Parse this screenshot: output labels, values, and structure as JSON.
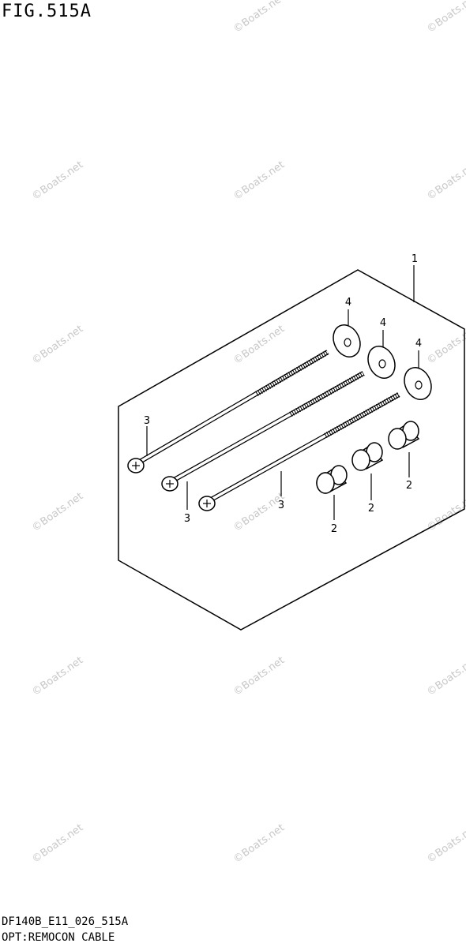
{
  "figure": {
    "title": "FIG.515A",
    "model_code": "DF140B_E11_026_515A",
    "caption": "OPT:REMOCON CABLE"
  },
  "watermark": {
    "text": "©Boats.net"
  },
  "callouts": {
    "kit": "1",
    "collar": "2",
    "screw": "3",
    "washer": "4"
  }
}
